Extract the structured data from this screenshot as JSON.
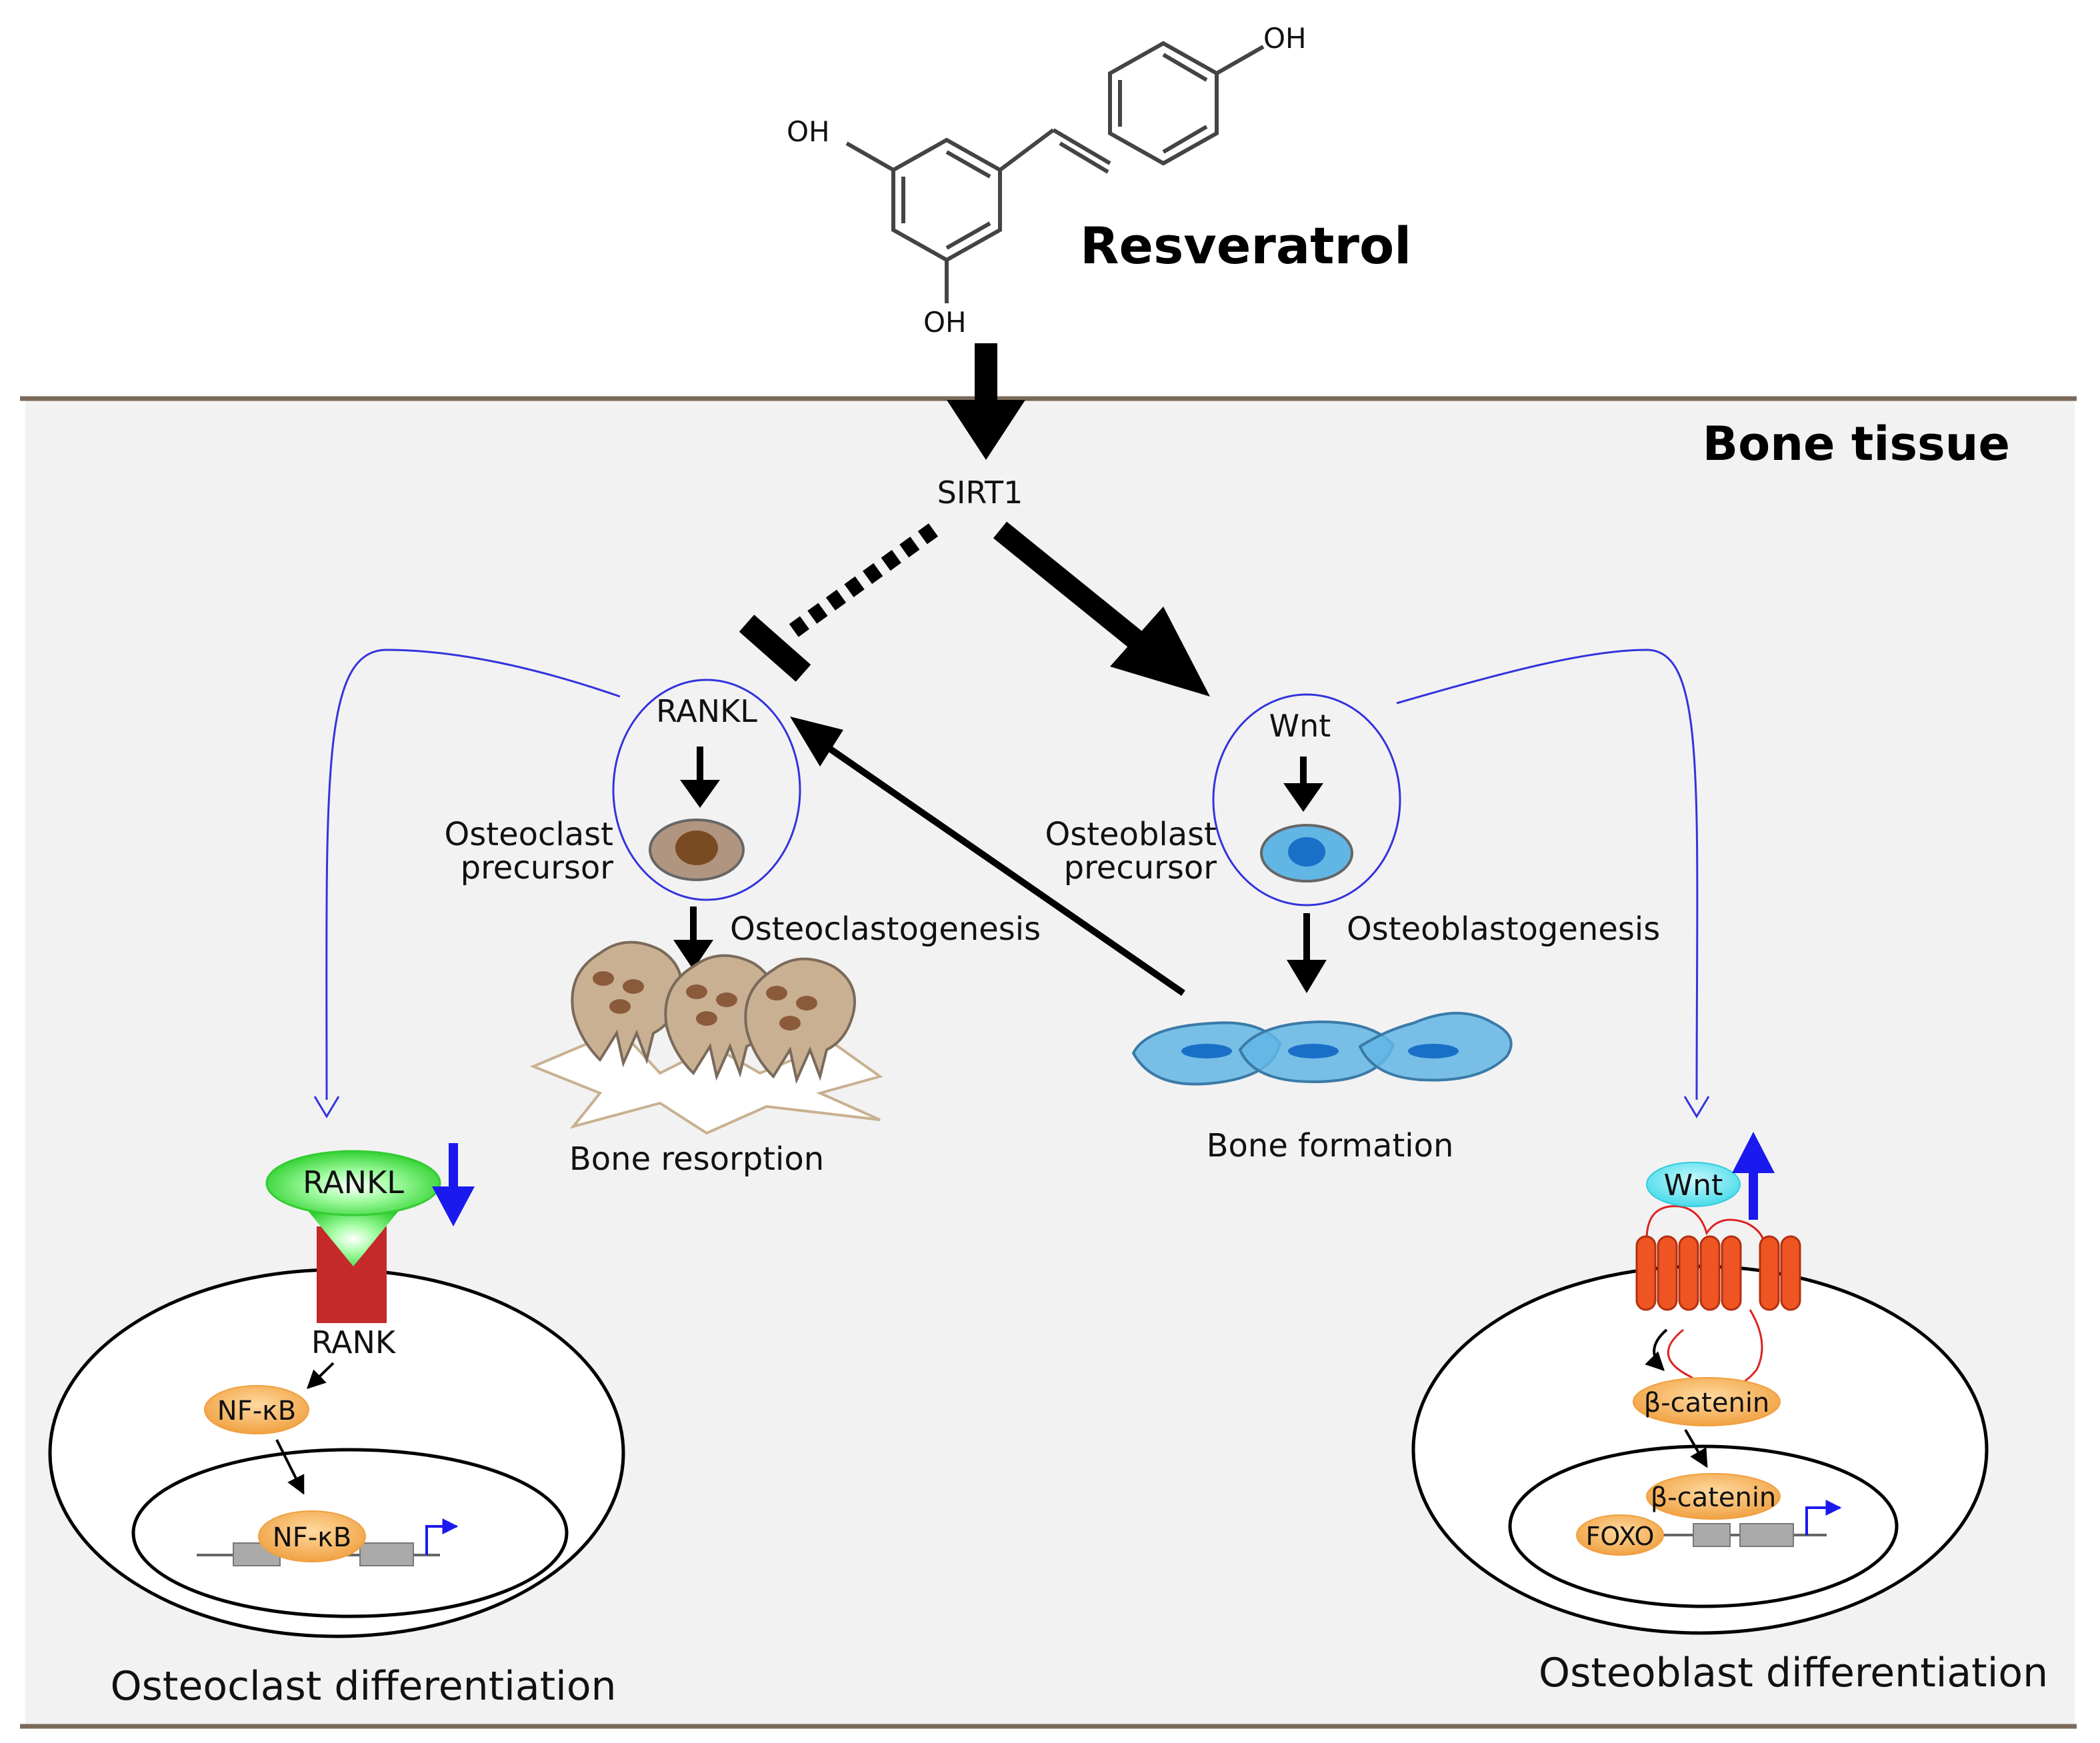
{
  "compound": {
    "name": "Resveratrol",
    "oh_top_right": "OH",
    "oh_left": "OH",
    "oh_bottom": "OH"
  },
  "tissue_label": "Bone tissue",
  "sirt1": "SIRT1",
  "osteoclast_side": {
    "ligand": "RANKL",
    "precursor_line1": "Osteoclast",
    "precursor_line2": "precursor",
    "process": "Osteoclastogenesis",
    "outcome": "Bone resorption"
  },
  "osteoblast_side": {
    "ligand": "Wnt",
    "precursor_line1": "Osteoblast",
    "precursor_line2": "precursor",
    "process": "Osteoblastogenesis",
    "outcome": "Bone formation"
  },
  "left_cell": {
    "ligand": "RANKL",
    "receptor": "RANK",
    "factor_cytoplasm": "NF-κB",
    "factor_nucleus": "NF-κB",
    "caption": "Osteoclast differentiation"
  },
  "right_cell": {
    "ligand": "Wnt",
    "factor_cytoplasm": "β-catenin",
    "factor_nucleus": "β-catenin",
    "cofactor": "FOXO",
    "caption": "Osteoblast differentiation"
  },
  "colors": {
    "panel_bg": "#f2f2f2",
    "panel_border": "#7a6a5a",
    "blue_line": "#3333dd",
    "rankl_green": "#33dd33",
    "rank_red": "#c42a2a",
    "factor_orange": "#f0a040",
    "wnt_cyan": "#55dde8",
    "receptor_orange": "#ee5522",
    "osteoblast_blue": "#5fb4e0",
    "osteoclast_brown": "#8a5a3a",
    "arrow_blue": "#1a1aee"
  }
}
